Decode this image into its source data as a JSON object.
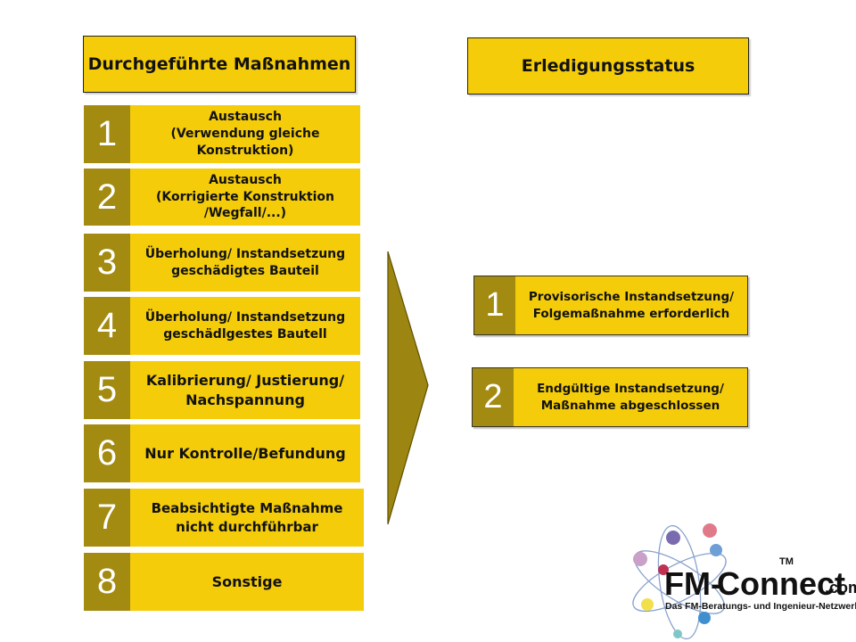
{
  "left_header": "Durchgeführte Maßnahmen",
  "right_header": "Erledigungsstatus",
  "measures": [
    {
      "num": "1",
      "text": "Austausch\n(Verwendung gleiche\nKonstruktion)"
    },
    {
      "num": "2",
      "text": "Austausch\n(Korrigierte Konstruktion\n/Wegfall/...)"
    },
    {
      "num": "3",
      "text": "Überholung/ Instandsetzung\ngeschädigtes Bauteil"
    },
    {
      "num": "4",
      "text": "Überholung/ Instandsetzung\ngeschädlgestes Bautell"
    },
    {
      "num": "5",
      "text": "Kalibrierung/ Justierung/\nNachspannung"
    },
    {
      "num": "6",
      "text": "Nur Kontrolle/Befundung"
    },
    {
      "num": "7",
      "text": "Beabsichtigte Maßnahme\nnicht durchführbar"
    },
    {
      "num": "8",
      "text": "Sonstige"
    }
  ],
  "statuses": [
    {
      "num": "1",
      "text": "Provisorische Instandsetzung/\nFolgemaßnahme erforderlich"
    },
    {
      "num": "2",
      "text": "Endgültige Instandsetzung/\nMaßnahme abgeschlossen"
    }
  ],
  "logo": {
    "brand_left": "FM-",
    "brand_mid": "Connect",
    "brand_suffix": ".com",
    "tm": "TM",
    "tagline": "Das FM-Beratungs- und Ingenieur-Netzwerk!"
  },
  "colors": {
    "box_fill": "#f4cc09",
    "number_fill": "#a38a10",
    "arrow_fill": "#9c8510"
  }
}
